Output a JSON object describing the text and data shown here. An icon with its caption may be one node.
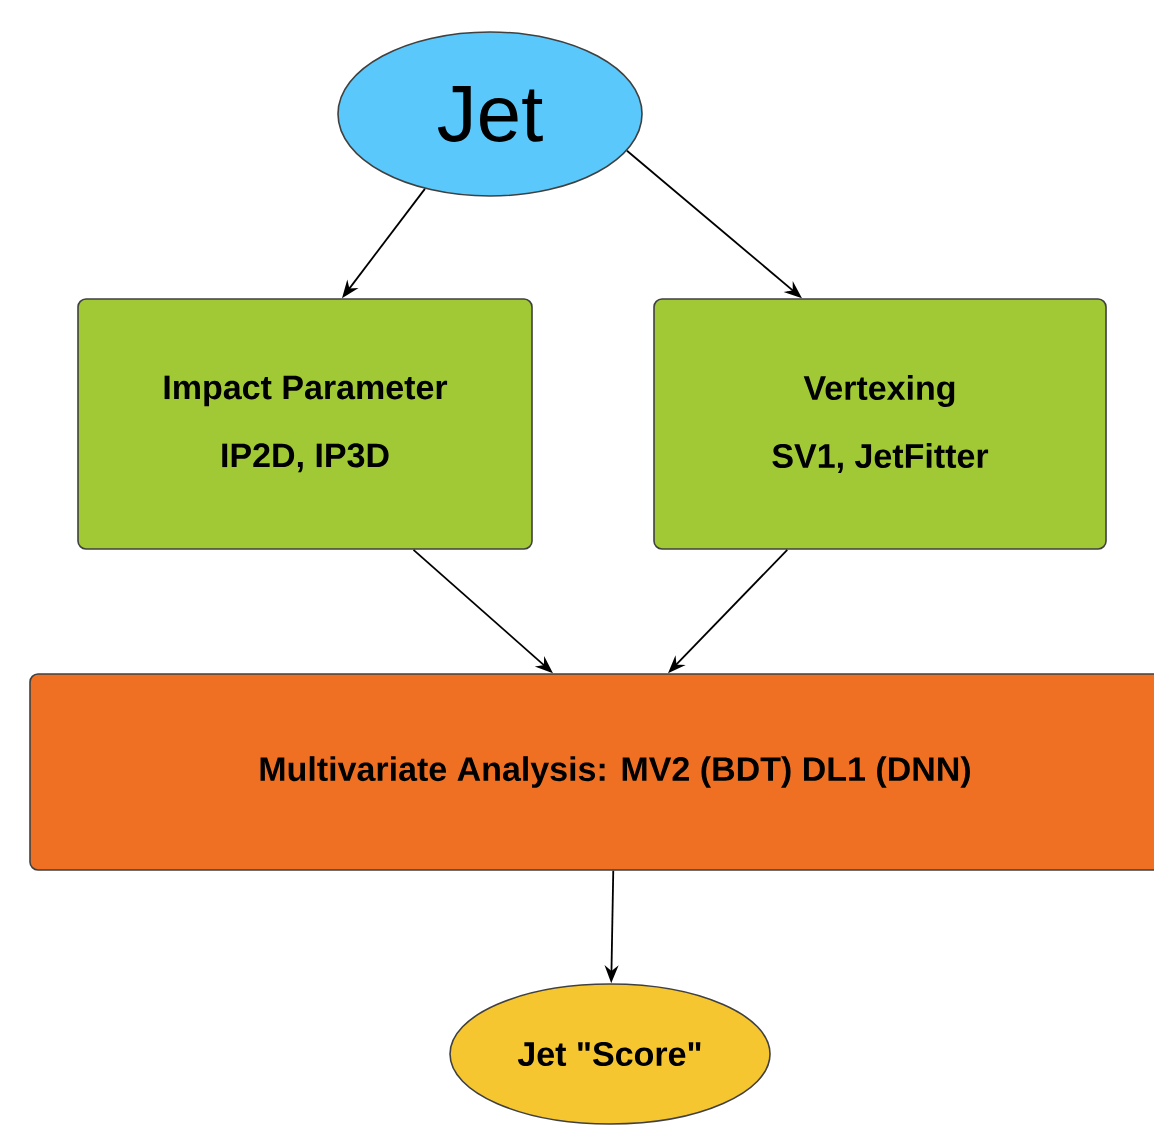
{
  "diagram": {
    "nodes": [
      {
        "text": [
          "Jet"
        ]
      },
      {
        "text": [
          "Impact Parameter",
          "IP2D, IP3D"
        ]
      },
      {
        "text": [
          "Vertexing",
          "SV1, JetFitter"
        ]
      },
      {
        "text": [
          "Multivariate Analysis: MV2 (BDT) DL1 (DNN)"
        ]
      },
      {
        "text": [
          "Jet \"Score\""
        ]
      }
    ],
    "edges": [
      {
        "from": 0,
        "to": 1,
        "arrow": "to"
      },
      {
        "from": 0,
        "to": 2,
        "arrow": "to"
      },
      {
        "from": 1,
        "to": 3,
        "arrow": "to"
      },
      {
        "from": 2,
        "to": 3,
        "arrow": "to"
      },
      {
        "from": 3,
        "to": 4,
        "arrow": "to"
      }
    ]
  }
}
